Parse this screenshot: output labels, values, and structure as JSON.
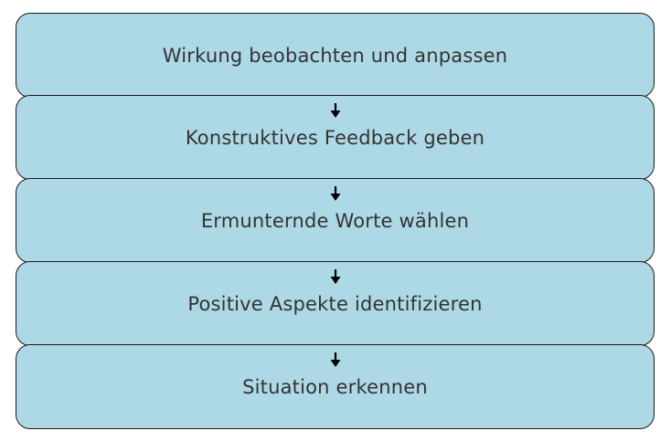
{
  "steps": [
    {
      "label": "Wirkung beobachten und anpassen"
    },
    {
      "label": "Konstruktives Feedback geben"
    },
    {
      "label": "Ermunternde Worte wählen"
    },
    {
      "label": "Positive Aspekte identifizieren"
    },
    {
      "label": "Situation erkennen"
    }
  ],
  "colors": {
    "box_fill": "#add8e6",
    "box_border": "#1a1a1a",
    "text": "#333333",
    "arrow": "#000000"
  },
  "icons": {
    "connector": "arrow-down-icon"
  }
}
